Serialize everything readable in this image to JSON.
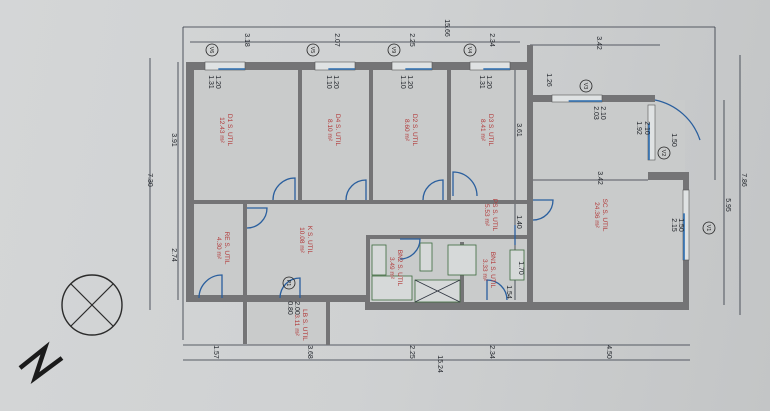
{
  "rooms": [
    {
      "name": "D1 S. UTIL",
      "area": "12.43 m²"
    },
    {
      "name": "D4 S. UTIL",
      "area": "8.10 m²"
    },
    {
      "name": "D2 S. UTIL",
      "area": "8.60 m²"
    },
    {
      "name": "D3 S. UTIL",
      "area": "8.41 m²"
    },
    {
      "name": "PS S. UTIL",
      "area": "5.53 m²"
    },
    {
      "name": "SC S. UTIL",
      "area": "24.36 m²"
    },
    {
      "name": "RE S. UTIL",
      "area": "4.30 m²"
    },
    {
      "name": "K S. UTIL",
      "area": "10.08 m²"
    },
    {
      "name": "BN2 S. UTIL",
      "area": "3.49 m²"
    },
    {
      "name": "BN1 S. UTIL",
      "area": "3.33 m²"
    },
    {
      "name": "LB S. UTIL",
      "area": "3.11 m²"
    }
  ],
  "dimensions": [
    "15.66",
    "3.18",
    "2.07",
    "2.25",
    "2.34",
    "3.42",
    "3.91",
    "7.30",
    "2.74",
    "1.57",
    "3.68",
    "2.25",
    "2.34",
    "4.50",
    "15.24",
    "7.86",
    "5.95",
    "3.61",
    "1.40",
    "1.70",
    "1.54",
    "3.42",
    "1.92",
    "2.10",
    "1.50",
    "2.03",
    "2.10",
    "1.26",
    "2.15",
    "1.50",
    "1.31",
    "1.20",
    "1.10",
    "1.20",
    "1.10",
    "1.20",
    "1.31",
    "1.20",
    "0.80",
    "2.00"
  ],
  "tags": [
    "V6",
    "V5",
    "V9",
    "V4",
    "V3",
    "V2",
    "V1",
    "P1"
  ],
  "colors": {
    "wall": "#747476",
    "room_label": "#b23a3a",
    "window": "#2a6cb0"
  }
}
